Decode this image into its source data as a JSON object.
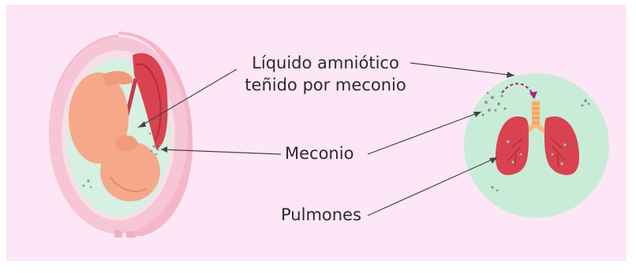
{
  "labels": {
    "liquid_line1": "Líquido amniótico",
    "liquid_line2": "teñido por meconio",
    "meconium": "Meconio",
    "lungs": "Pulmones"
  },
  "colors": {
    "background": "#fde6f6",
    "uterus": "#f7c6d6",
    "amniotic": "#d6f0e2",
    "fetus": "#f6a88a",
    "placenta": "#d9434f",
    "lung_circle": "#c9ecd8",
    "lungs": "#d9434f",
    "trachea": "#f7b877",
    "arrow": "#444444"
  }
}
